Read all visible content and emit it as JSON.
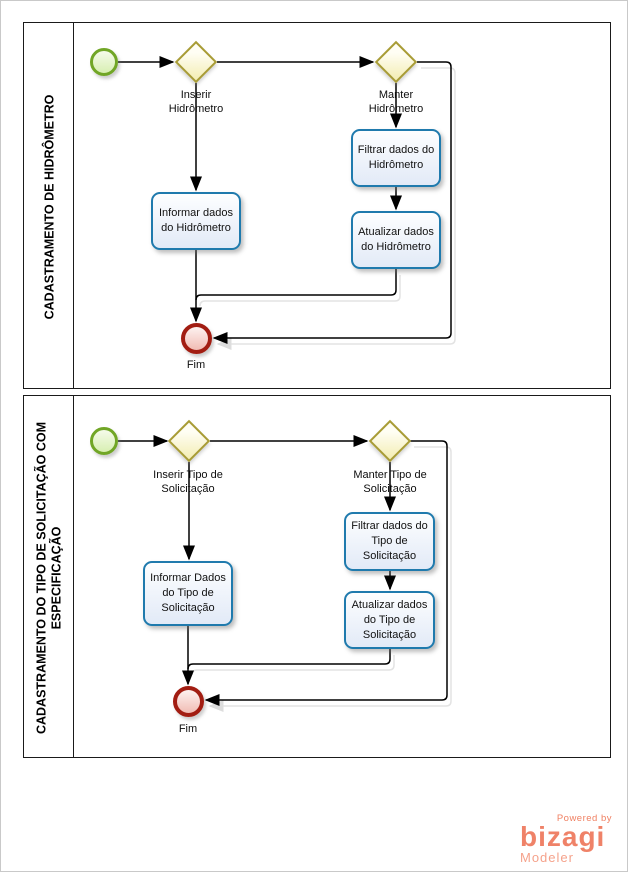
{
  "pools": [
    {
      "title_lines": [
        "CADASTRAMENTO DE HIDRÔMETRO"
      ],
      "gateways": [
        {
          "lines": [
            "Inserir",
            "Hidrômetro"
          ]
        },
        {
          "lines": [
            "Manter",
            "Hidrômetro"
          ]
        }
      ],
      "tasks": [
        {
          "lines": [
            "Informar dados",
            "do Hidrômetro"
          ]
        },
        {
          "lines": [
            "Filtrar dados do",
            "Hidrômetro"
          ]
        },
        {
          "lines": [
            "Atualizar dados",
            "do Hidrômetro"
          ]
        }
      ],
      "end_label": "Fim"
    },
    {
      "title_lines": [
        "CADASTRAMENTO DO TIPO DE SOLICITAÇÃO COM",
        "ESPECIFICAÇÃO"
      ],
      "gateways": [
        {
          "lines": [
            "Inserir Tipo de",
            "Solicitação"
          ]
        },
        {
          "lines": [
            "Manter Tipo de",
            "Solicitação"
          ]
        }
      ],
      "tasks": [
        {
          "lines": [
            "Informar Dados",
            "do Tipo de",
            "Solicitação"
          ]
        },
        {
          "lines": [
            "Filtrar dados do",
            "Tipo de",
            "Solicitação"
          ]
        },
        {
          "lines": [
            "Atualizar dados",
            "do Tipo de",
            "Solicitação"
          ]
        }
      ],
      "end_label": "Fim"
    }
  ],
  "logo": {
    "powered_by": "Powered by",
    "brand": "bizagi",
    "product": "Modeler"
  },
  "colors": {
    "task_border": "#1f7aad",
    "gateway_border": "#a89c35",
    "start_border": "#71a626",
    "end_border": "#a21d12",
    "connector": "#000000",
    "brand": "#ef8268"
  }
}
